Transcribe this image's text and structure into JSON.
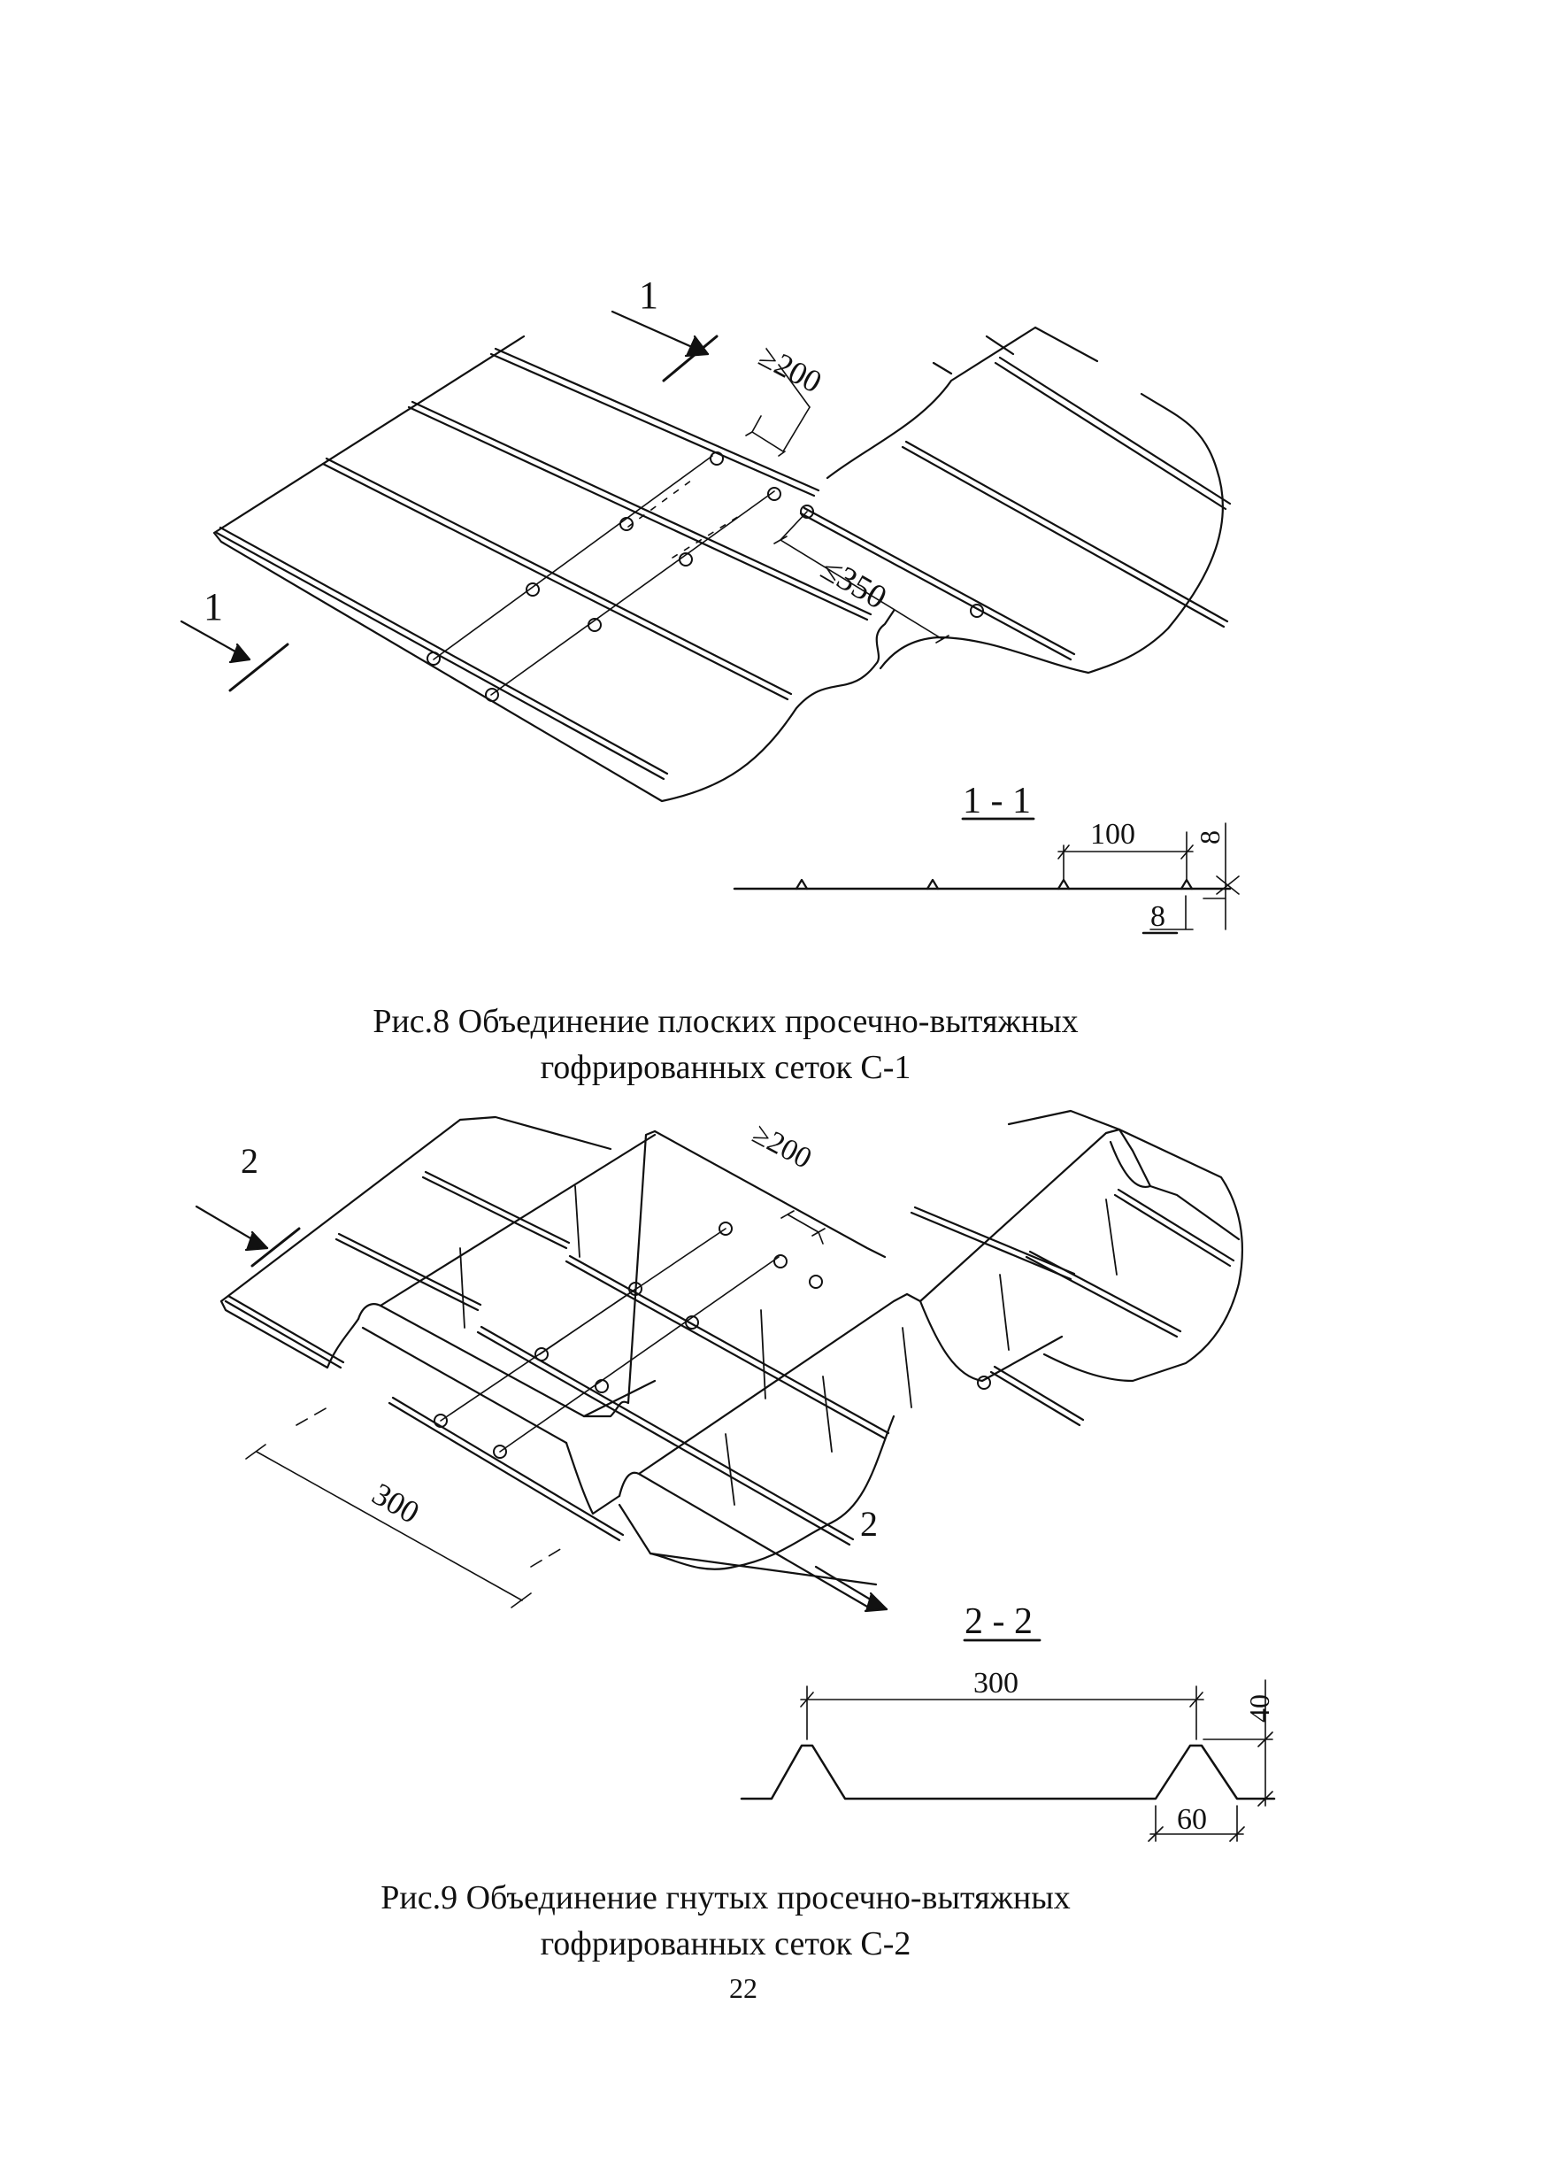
{
  "figure8": {
    "cut_label_top": "1",
    "cut_label_left": "1",
    "dim_overlap": "≥200",
    "dim_spacing": "≤350",
    "section_title": "1 - 1",
    "section_dim_width": "100",
    "section_dim_height": "8",
    "section_dim_base": "8",
    "caption_line1": "Рис.8 Объединение плоских просечно-вытяжных",
    "caption_line2": "гофрированных сеток С-1"
  },
  "figure9": {
    "cut_label_left": "2",
    "cut_label_right": "2",
    "dim_overlap": "≥200",
    "dim_pitch": "300",
    "section_title": "2 - 2",
    "section_dim_pitch": "300",
    "section_dim_height": "40",
    "section_dim_base": "60",
    "caption_line1": "Рис.9 Объединение гнутых просечно-вытяжных",
    "caption_line2": "гофрированных сеток С-2"
  },
  "page_number": "22"
}
